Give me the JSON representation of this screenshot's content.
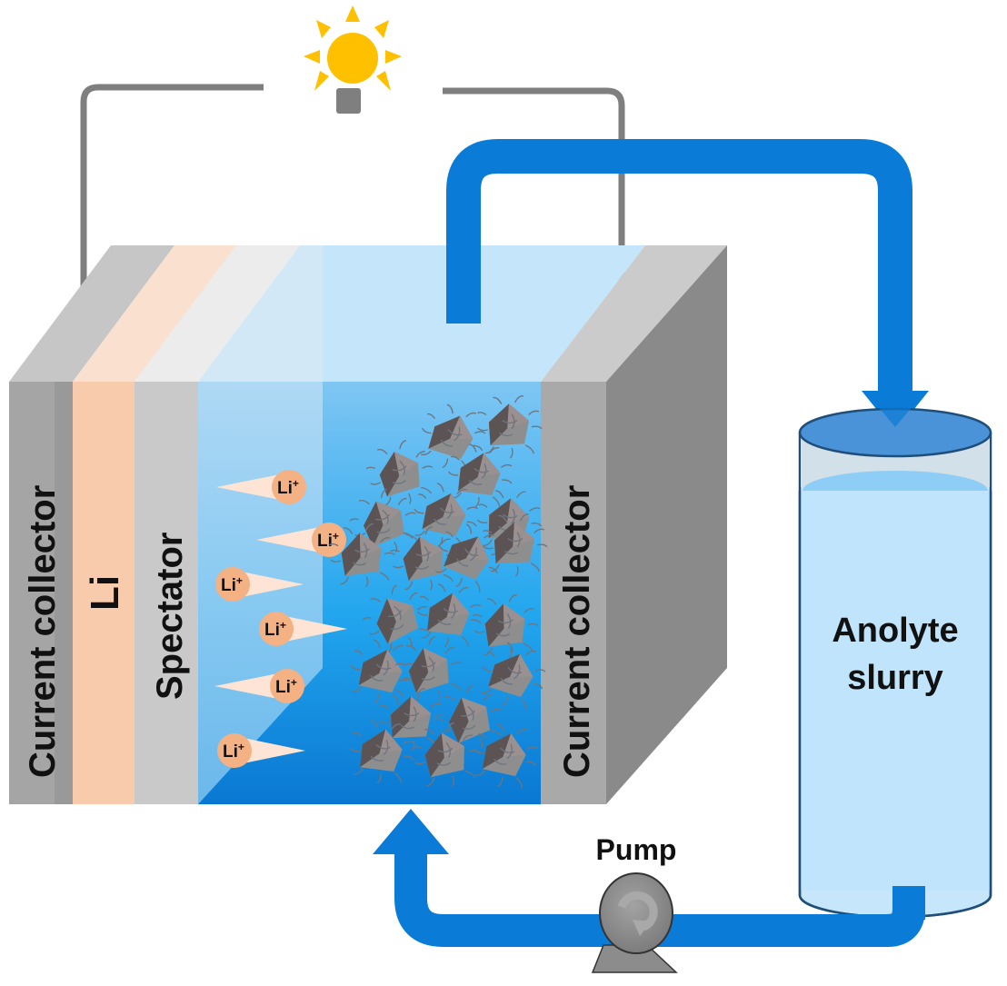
{
  "diagram": {
    "title": "",
    "cell": {
      "layers": [
        {
          "id": "current-collector-left",
          "label": "Current collector",
          "color": "#a5a5a5",
          "top_color": "#c6c6c6"
        },
        {
          "id": "lithium-anode",
          "label": "Li",
          "color": "#f8cbad",
          "top_color": "#fae0ce"
        },
        {
          "id": "spectator",
          "label": "Spectator",
          "color": "#c9c9c9",
          "top_color": "#ececec"
        },
        {
          "id": "catholyte-region",
          "label": "",
          "color": "#2aa0e8",
          "top_color": "#c5e6fa"
        },
        {
          "id": "current-collector-right",
          "label": "Current collector",
          "color": "#a9a9a9",
          "top_color": "#cbcbcb"
        }
      ],
      "side_face_color": "#8a8a8a",
      "ions": [
        {
          "label": "Li",
          "charge": "+",
          "direction": "left"
        },
        {
          "label": "Li",
          "charge": "+",
          "direction": "left"
        },
        {
          "label": "Li",
          "charge": "+",
          "direction": "right"
        },
        {
          "label": "Li",
          "charge": "+",
          "direction": "right"
        },
        {
          "label": "Li",
          "charge": "+",
          "direction": "left"
        },
        {
          "label": "Li",
          "charge": "+",
          "direction": "right"
        }
      ],
      "ion_color": "#f4b183",
      "particle_count": 22,
      "particle_type": "octahedral-particles-with-fibers"
    },
    "circuit": {
      "wire_color": "#7f7f7f",
      "load_icon": "light-bulb-icon",
      "bulb_color": "#ffc000"
    },
    "flow": {
      "pipe_color": "#0a7bd6",
      "tank": {
        "label_line1": "Anolyte",
        "label_line2": "slurry",
        "fill_color": "#bfe4fb",
        "top_color": "#4a93d8"
      },
      "pump": {
        "label": "Pump",
        "icon": "rotate-arrow-icon",
        "color": "#8c8c8c"
      }
    }
  }
}
